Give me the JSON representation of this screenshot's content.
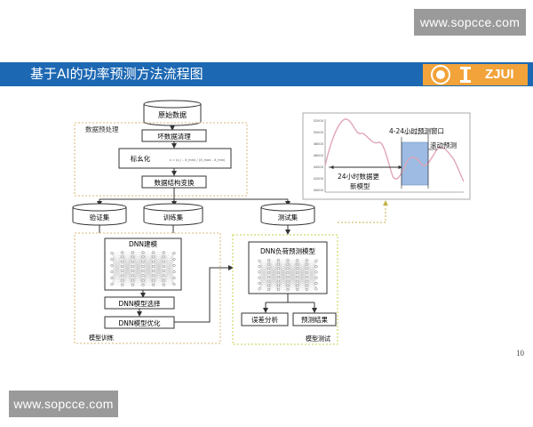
{
  "watermark_top": "www.sopcce.com",
  "watermark_bottom": "www.sopcce.com",
  "slide_title": "基于AI的功率预测方法流程图",
  "logo_text": "ZJUI",
  "page_number": "10",
  "flow": {
    "raw_data": "原始数据",
    "preprocess_group": "数据预处理",
    "bad_data_clean": "坏数据清理",
    "normalize": "标幺化",
    "formula": "x = (x_i - X_min) / (X_max - X_min)",
    "struct_transform": "数据结构变换",
    "validation_set": "验证集",
    "training_set": "训练集",
    "test_set": "测试集",
    "dnn_build": "DNN建模",
    "model_select": "DNN模型选择",
    "model_optimize": "DNN模型优化",
    "training_group": "模型训练",
    "dnn_load_model": "DNN负荷预测模型",
    "error_analysis": "误差分析",
    "forecast_result": "预测结果",
    "testing_group": "模型测试"
  },
  "inset_chart": {
    "y_ticks": [
      "52000",
      "50000",
      "48000",
      "46000",
      "44000",
      "42000",
      "40000"
    ],
    "label_window": "4-24小时预测窗口",
    "label_rolling": "滚动预测",
    "label_update_line1": "24小时数据更",
    "label_update_line2": "新模型"
  },
  "colors": {
    "banner": "#1d68b3",
    "logo_bg": "#f2a33a",
    "group_dash": "#d9b97a",
    "test_group_dash": "#c8d24a",
    "chart_line": "#e0a6b8",
    "window_fill": "#9dbbe3"
  }
}
